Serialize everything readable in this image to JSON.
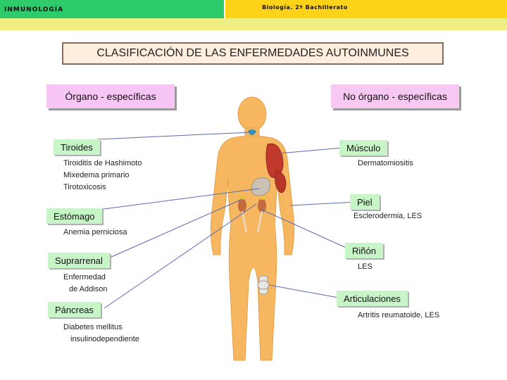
{
  "header": {
    "subject": "INMUNOLOGÍA",
    "course": "Biología. 2º Bachillerato"
  },
  "title": "CLASIFICACIÓN DE LAS ENFERMEDADES AUTOINMUNES",
  "categories": {
    "organ_specific": "Órgano - específicas",
    "non_organ_specific": "No órgano - específicas"
  },
  "organ_specific": [
    {
      "organ": "Tiroides",
      "diseases": [
        "Tiroiditis de Hashimoto",
        "Mixedema primario",
        "Tirotoxicosis"
      ]
    },
    {
      "organ": "Estómago",
      "diseases": [
        "Anemia perniciosa"
      ]
    },
    {
      "organ": "Suprarrenal",
      "diseases": [
        "Enfermedad",
        "de Addison"
      ]
    },
    {
      "organ": "Páncreas",
      "diseases": [
        "Diabetes mellitus",
        "insulinodependiente"
      ]
    }
  ],
  "non_organ_specific": [
    {
      "organ": "Músculo",
      "diseases": [
        "Dermatomiositis"
      ]
    },
    {
      "organ": "Piel",
      "diseases": [
        "Esclerodermia, LES"
      ]
    },
    {
      "organ": "Riñón",
      "diseases": [
        "LES"
      ]
    },
    {
      "organ": "Articulaciones",
      "diseases": [
        "Artritis reumatoide, LES"
      ]
    }
  ],
  "colors": {
    "header_green": "#2ecb6a",
    "header_yellow": "#ffd21a",
    "band": "#eeee82",
    "category_pink": "#f7c6f4",
    "organ_tag_green": "#c8f5c8",
    "body_skin": "#f6b760"
  }
}
